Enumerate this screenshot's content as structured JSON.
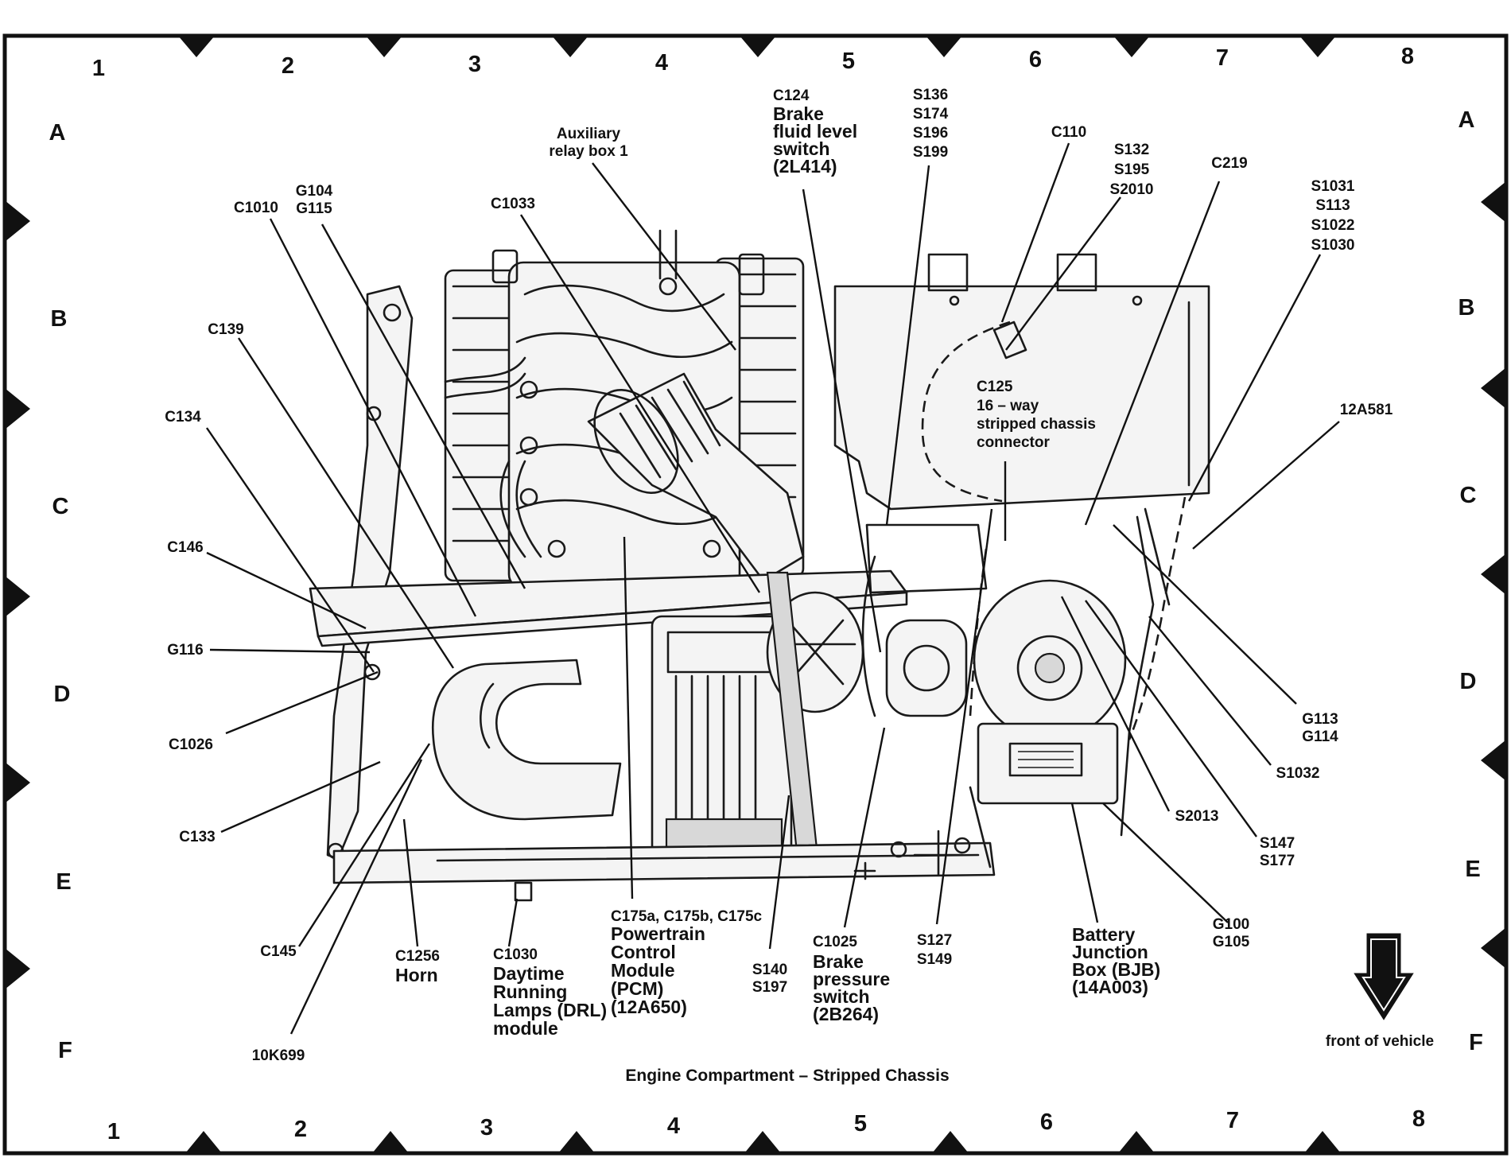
{
  "title": "Engine Compartment – Stripped Chassis",
  "front_label": "front of vehicle",
  "grid": {
    "columns": [
      "1",
      "2",
      "3",
      "4",
      "5",
      "6",
      "7",
      "8"
    ],
    "rows": [
      "A",
      "B",
      "C",
      "D",
      "E",
      "F"
    ]
  },
  "callouts": {
    "c1010": [
      "C1010"
    ],
    "g104": [
      "G104",
      "G115"
    ],
    "c1033": [
      "C1033"
    ],
    "aux_relay": [
      "Auxiliary",
      "relay box 1"
    ],
    "c124": [
      "C124",
      "Brake",
      "fluid level",
      "switch",
      "(2L414)"
    ],
    "s136": [
      "S136",
      "S174",
      "S196",
      "S199"
    ],
    "c110": [
      "C110"
    ],
    "s132": [
      "S132",
      "S195",
      "S2010"
    ],
    "c219": [
      "C219"
    ],
    "s1031": [
      "S1031",
      "S113",
      "S1022",
      "S1030"
    ],
    "c139": [
      "C139"
    ],
    "c134": [
      "C134"
    ],
    "c125": [
      "C125",
      "16 – way",
      "stripped chassis",
      "connector"
    ],
    "a12a581": [
      "12A581"
    ],
    "c146": [
      "C146"
    ],
    "g116": [
      "G116"
    ],
    "c1026": [
      "C1026"
    ],
    "c133": [
      "C133"
    ],
    "c145": [
      "C145"
    ],
    "a10k699": [
      "10K699"
    ],
    "c1256": [
      "C1256",
      "Horn"
    ],
    "c1030": [
      "C1030",
      "Daytime",
      "Running",
      "Lamps (DRL)",
      "module"
    ],
    "c175": [
      "C175a, C175b, C175c",
      "Powertrain",
      "Control",
      "Module",
      "(PCM)",
      "(12A650)"
    ],
    "s140": [
      "S140",
      "S197"
    ],
    "c1025": [
      "C1025",
      "Brake",
      "pressure",
      "switch",
      "(2B264)"
    ],
    "s127": [
      "S127",
      "S149"
    ],
    "bjb": [
      "Battery",
      "Junction",
      "Box (BJB)",
      "(14A003)"
    ],
    "g100": [
      "G100",
      "G105"
    ],
    "s2013": [
      "S2013"
    ],
    "s147": [
      "S147",
      "S177"
    ],
    "s1032": [
      "S1032"
    ],
    "g113": [
      "G113",
      "G114"
    ]
  }
}
